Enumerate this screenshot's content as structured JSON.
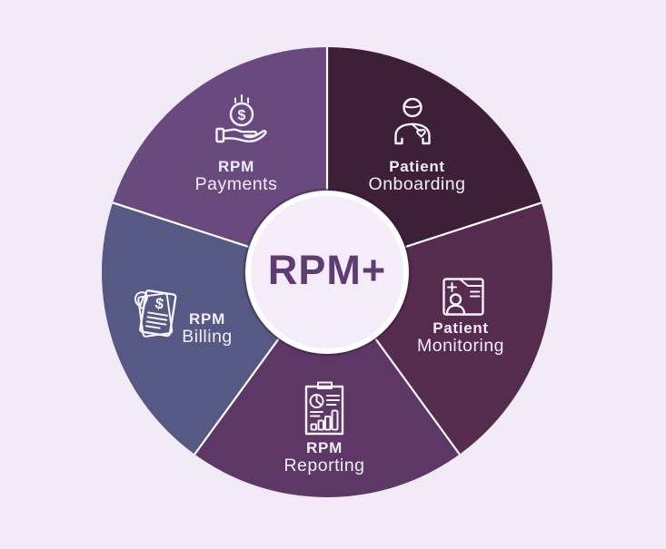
{
  "title": "RPM+ services wheel diagram",
  "background_color": "#f3eaf8",
  "glyphs": {
    "dollar": "$"
  },
  "wheel": {
    "center_label": "RPM+",
    "center_label_color": "#5e3d72",
    "center_disc_color": "#f5ecfa",
    "ring_color": "#ffffff",
    "divider_color": "#ffffff",
    "label_text_color": "#f3edfb",
    "icon_color": "#f7f3fd",
    "segments": [
      {
        "id": "rpm-payments",
        "label_line1": "RPM",
        "label_line2": "Payments",
        "color": "#6a4a7e",
        "icon": "hand-coin-icon",
        "position": "top-left"
      },
      {
        "id": "patient-onboarding",
        "label_line1": "Patient",
        "label_line2": "Onboarding",
        "color": "#3d1f37",
        "icon": "person-heart-icon",
        "position": "top-right"
      },
      {
        "id": "patient-monitoring",
        "label_line1": "Patient",
        "label_line2": "Monitoring",
        "color": "#552b4e",
        "icon": "medical-record-icon",
        "position": "right"
      },
      {
        "id": "rpm-reporting",
        "label_line1": "RPM",
        "label_line2": "Reporting",
        "color": "#5d3765",
        "icon": "report-chart-icon",
        "position": "bottom"
      },
      {
        "id": "rpm-billing",
        "label_line1": "RPM",
        "label_line2": "Billing",
        "color": "#555983",
        "icon": "invoice-icon",
        "position": "left"
      }
    ]
  }
}
